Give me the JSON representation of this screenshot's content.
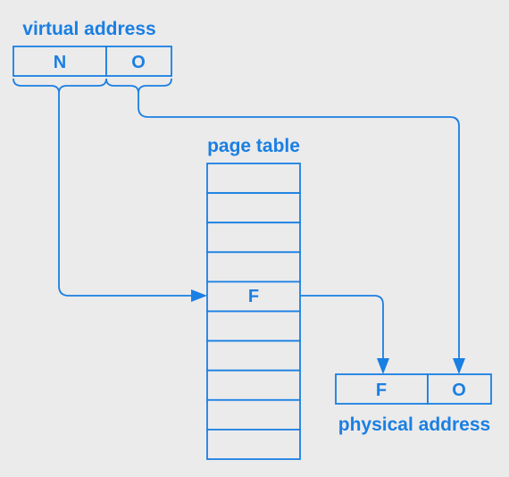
{
  "colors": {
    "accent": "#1a7fe3",
    "background": "#ebebeb"
  },
  "virtual_address": {
    "title": "virtual address",
    "fields": [
      "N",
      "O"
    ]
  },
  "page_table": {
    "title": "page table",
    "row_count": 10,
    "highlighted_row": 4,
    "entry_label": "F"
  },
  "physical_address": {
    "title": "physical address",
    "fields": [
      "F",
      "O"
    ]
  }
}
